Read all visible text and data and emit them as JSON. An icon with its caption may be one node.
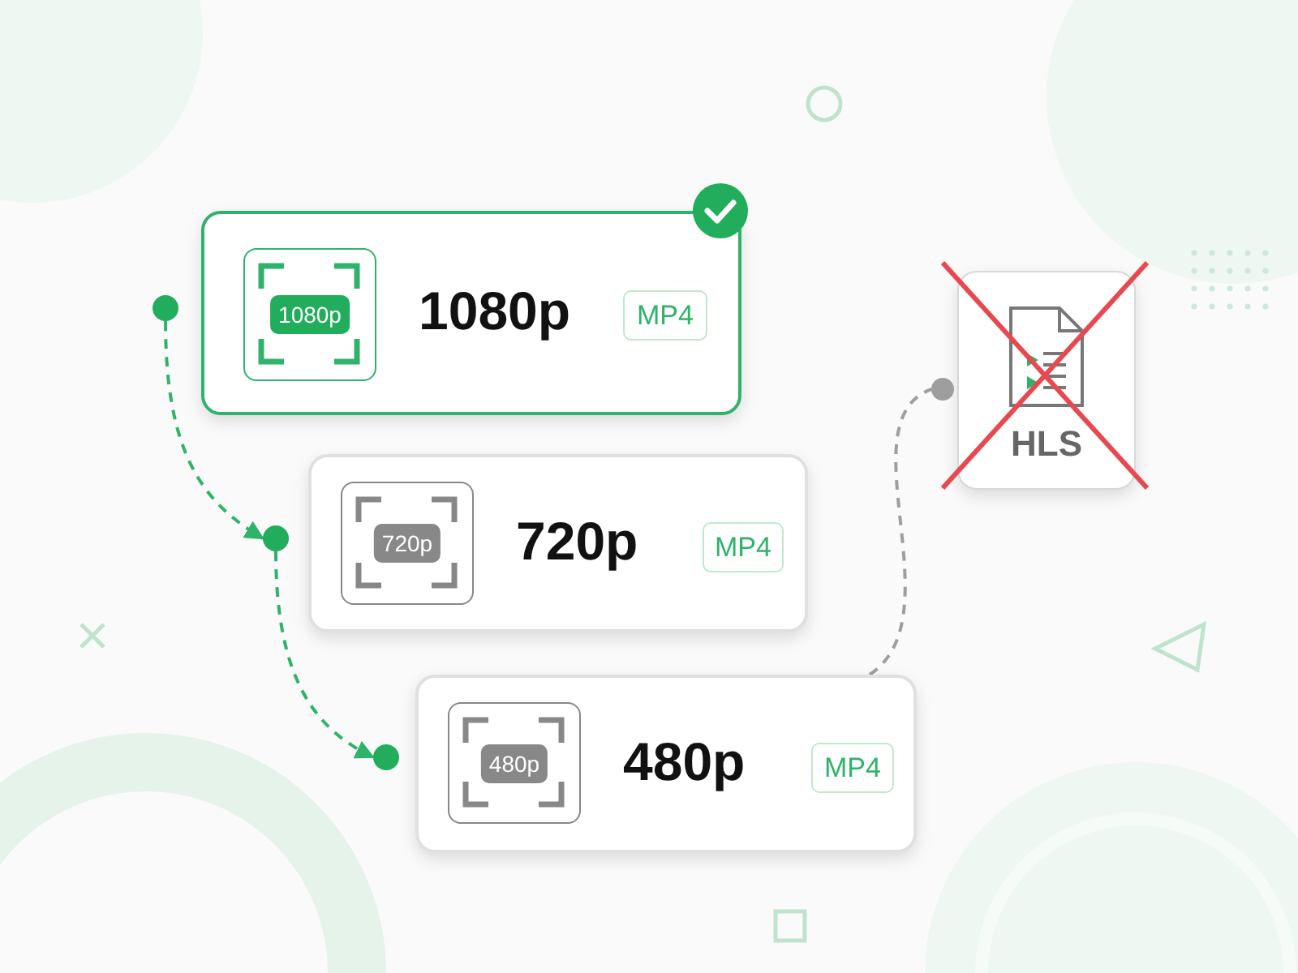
{
  "diagram": {
    "nodes": [
      {
        "text": [
          "1080p"
        ]
      },
      {
        "text": [
          "1080p"
        ],
        "in": 0
      },
      {
        "text": [
          "MP4"
        ],
        "in": 0
      },
      {
        "text": [],
        "shape": "circle"
      },
      {
        "text": [
          "HLS"
        ]
      },
      {
        "text": [],
        "shape": "circle"
      },
      {
        "text": [
          "720p"
        ]
      },
      {
        "text": [
          "720p"
        ],
        "in": 6
      },
      {
        "text": [
          "MP4"
        ],
        "in": 6
      },
      {
        "text": [],
        "shape": "circle"
      },
      {
        "text": [
          "480p"
        ]
      },
      {
        "text": [
          "480p"
        ],
        "in": 10
      },
      {
        "text": [
          "MP4"
        ],
        "in": 10
      },
      {
        "text": [],
        "shape": "circle"
      }
    ],
    "edges": [
      {
        "from": 3,
        "to": 9,
        "arrow": "to",
        "style": "dashed"
      },
      {
        "from": 9,
        "to": 13,
        "arrow": "to",
        "style": "dashed"
      },
      {
        "from": 10,
        "to": 5,
        "arrow": "none",
        "style": "dashed",
        "color": "#9e9e9e"
      }
    ]
  }
}
